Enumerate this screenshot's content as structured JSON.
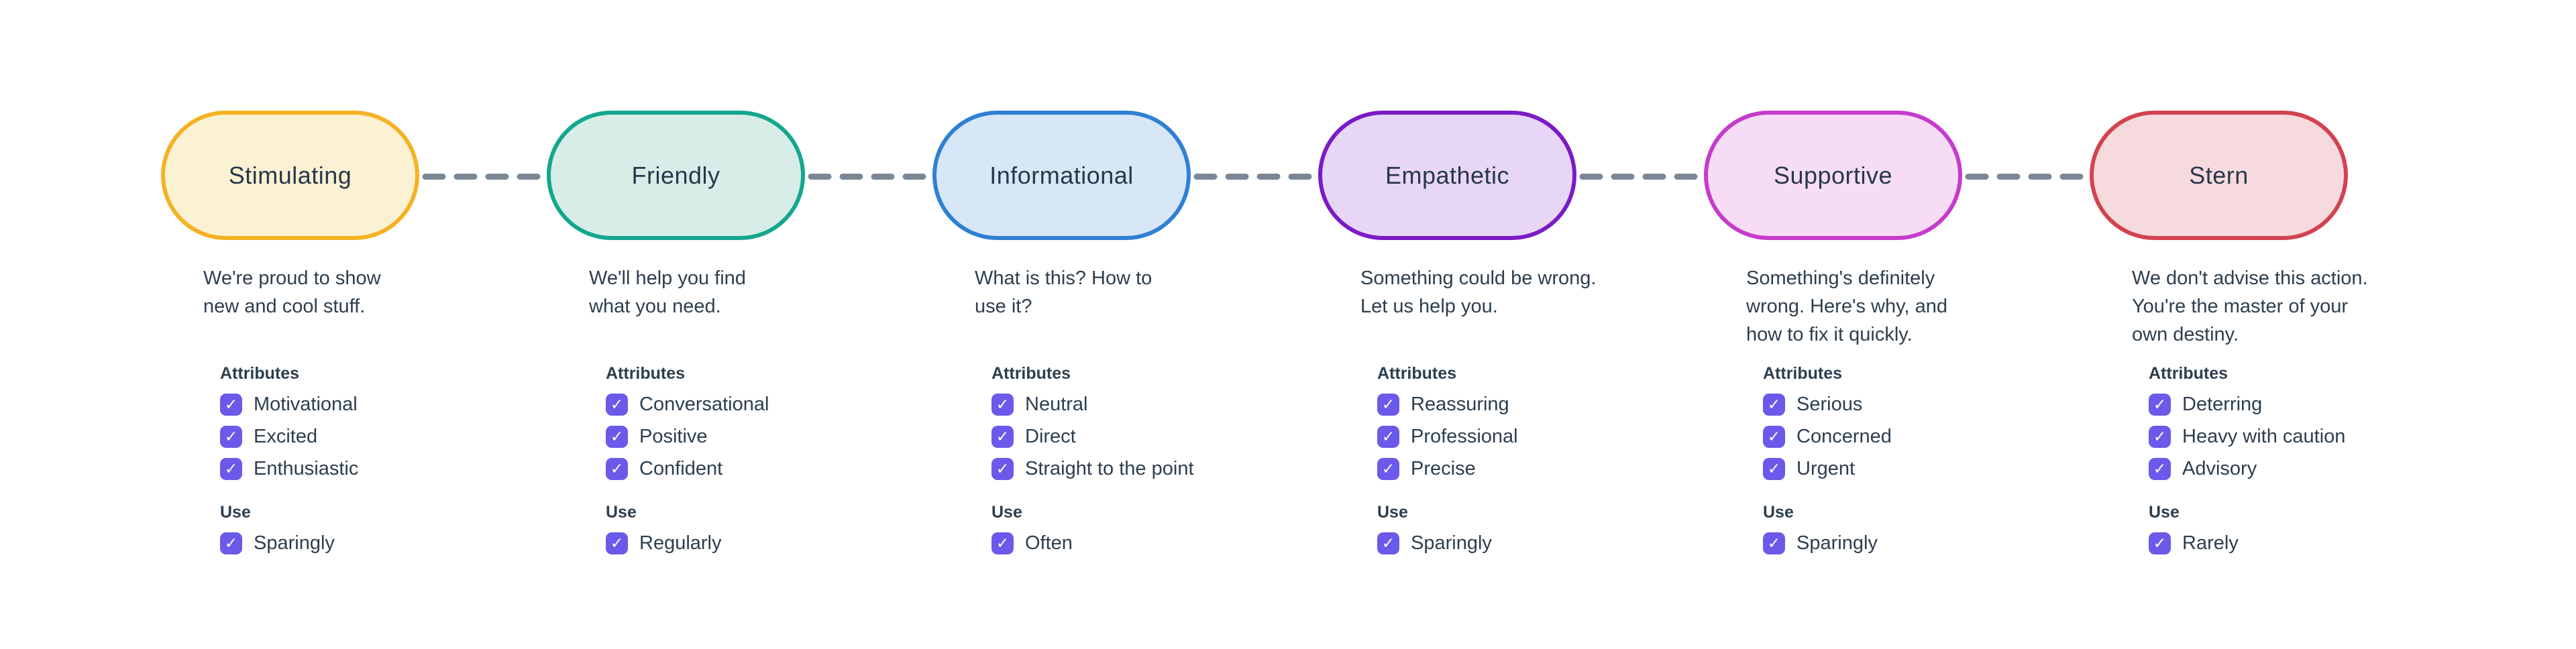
{
  "diagram": {
    "headings": {
      "attributes": "Attributes",
      "use": "Use"
    },
    "checkbox": {
      "state": "checked",
      "glyph": "✓"
    },
    "colors": {
      "connector": "#7B8794",
      "checkbox": "#6B5AEA",
      "text": "#2D3E4E",
      "pill_label": "#27384A"
    },
    "nodes": [
      {
        "label": "Stimulating",
        "border_color": "#F4B223",
        "fill_color": "#FBF1D3",
        "desc_lines": [
          "We're proud to show",
          "new and cool stuff."
        ],
        "attributes": [
          "Motivational",
          "Excited",
          "Enthusiastic"
        ],
        "use": [
          "Sparingly"
        ]
      },
      {
        "label": "Friendly",
        "border_color": "#13A78E",
        "fill_color": "#D8EDE8",
        "desc_lines": [
          "We'll help you find",
          "what you need."
        ],
        "attributes": [
          "Conversational",
          "Positive",
          "Confident"
        ],
        "use": [
          "Regularly"
        ]
      },
      {
        "label": "Informational",
        "border_color": "#2F80D4",
        "fill_color": "#D7E7F7",
        "desc_lines": [
          "What is this? How to",
          "use it?"
        ],
        "attributes": [
          "Neutral",
          "Direct",
          "Straight to the point"
        ],
        "use": [
          "Often"
        ]
      },
      {
        "label": "Empathetic",
        "border_color": "#7B1BC6",
        "fill_color": "#E7D6F5",
        "desc_lines": [
          "Something could be wrong.",
          "Let us help you."
        ],
        "attributes": [
          "Reassuring",
          "Professional",
          "Precise"
        ],
        "use": [
          "Sparingly"
        ]
      },
      {
        "label": "Supportive",
        "border_color": "#C63BCB",
        "fill_color": "#F6DCF5",
        "desc_lines": [
          "Something's definitely",
          "wrong. Here's why, and",
          "how to fix it quickly."
        ],
        "attributes": [
          "Serious",
          "Concerned",
          "Urgent"
        ],
        "use": [
          "Sparingly"
        ]
      },
      {
        "label": "Stern",
        "border_color": "#D2434F",
        "fill_color": "#F7DADD",
        "desc_lines": [
          "We don't advise this action.",
          "You're the master of your",
          "own destiny."
        ],
        "attributes": [
          "Deterring",
          "Heavy with caution",
          "Advisory"
        ],
        "use": [
          "Rarely"
        ]
      }
    ]
  }
}
